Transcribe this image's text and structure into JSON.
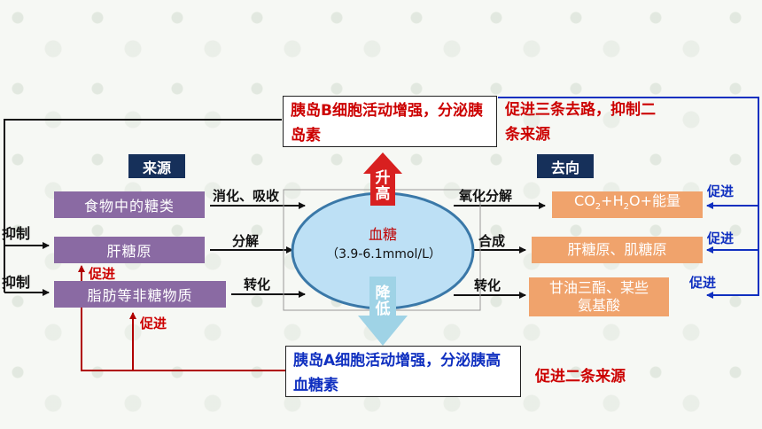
{
  "top_box": {
    "text": "胰岛B细胞活动增强，分泌胰岛素"
  },
  "top_right_note": {
    "text": "促进三条去路，抑制二条来源"
  },
  "headers": {
    "source": "来源",
    "dest": "去向"
  },
  "sources": [
    {
      "label": "食物中的糖类"
    },
    {
      "label": "肝糖原"
    },
    {
      "label": "脂肪等非糖物质"
    }
  ],
  "source_arrows": [
    "消化、吸收",
    "分解",
    "转化"
  ],
  "center": {
    "title": "血糖",
    "range": "（3.9-6.1mmol/L）"
  },
  "rise": {
    "chars": [
      "升",
      "高"
    ]
  },
  "fall": {
    "chars": [
      "降",
      "低"
    ]
  },
  "dest_arrows": [
    "氧化分解",
    "合成",
    "转化"
  ],
  "dests": [
    {
      "pre": "CO",
      "sub1": "2",
      "mid": "+H",
      "sub2": "2",
      "post": "O+能量"
    },
    {
      "label": "肝糖原、肌糖原"
    },
    {
      "label": "甘油三酯、某些氨基酸"
    }
  ],
  "left_labels": {
    "inhibit1": "抑制",
    "inhibit2": "抑制",
    "promote1": "促进",
    "promote2": "促进"
  },
  "right_labels": {
    "promote1": "促进",
    "promote2": "促进",
    "promote3": "促进"
  },
  "bottom_box": {
    "text": "胰岛A细胞活动增强，分泌胰高血糖素"
  },
  "bottom_note": {
    "text": "促进二条来源"
  },
  "colors": {
    "red": "#cc0000",
    "blue": "#1030c0",
    "purple": "#8a6aa3",
    "orange": "#f0a36c",
    "navy": "#16305a"
  }
}
